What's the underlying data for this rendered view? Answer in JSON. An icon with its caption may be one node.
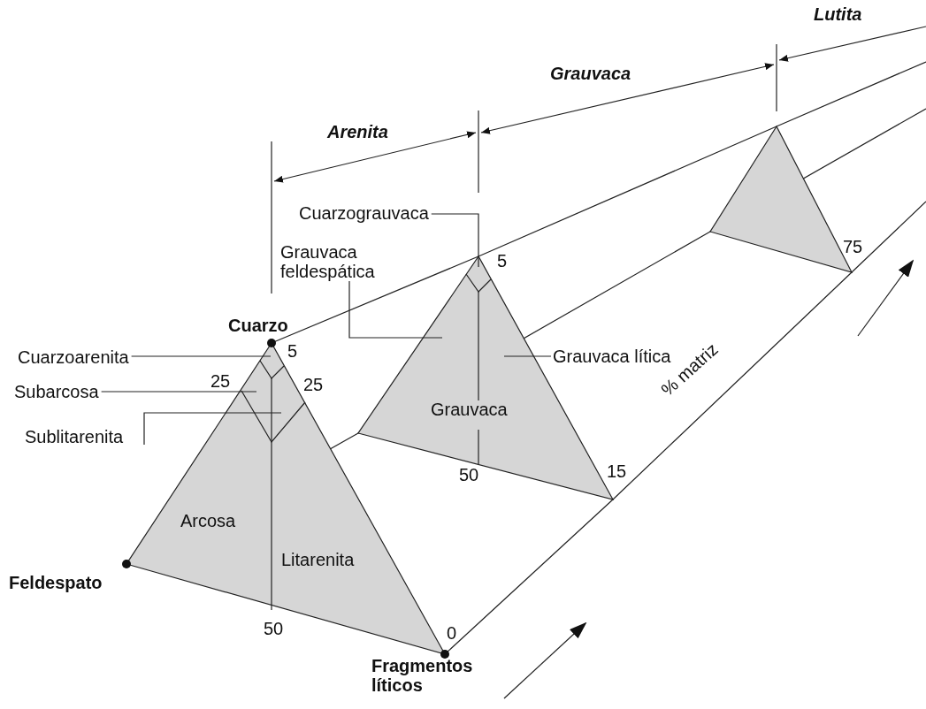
{
  "diagram": {
    "nodes": [
      {
        "text": [
          "Cuarzoarenita"
        ]
      },
      {
        "text": [
          "Subarcosa"
        ]
      },
      {
        "text": [
          "Sublitarenita"
        ]
      },
      {
        "text": [
          "Cuarzograuvaca"
        ]
      },
      {
        "text": [
          "Grauvaca feldespática"
        ]
      },
      {
        "text": [
          "Grauvaca lítica"
        ]
      }
    ],
    "edges": [
      {
        "from": 0,
        "to": null,
        "arrow": "none"
      },
      {
        "from": 1,
        "to": null,
        "arrow": "none"
      },
      {
        "from": 2,
        "to": null,
        "arrow": "none"
      },
      {
        "from": 3,
        "to": null,
        "arrow": "none"
      },
      {
        "from": 4,
        "to": null,
        "arrow": "none"
      },
      {
        "from": 5,
        "to": null,
        "arrow": "none"
      }
    ],
    "labels": [
      "Lutita",
      "Grauvaca",
      "Arenita",
      "75",
      "5",
      "Cuarzo",
      "5",
      "25",
      "25",
      "Grauvaca",
      "% matriz",
      "15",
      "50",
      "Arcosa",
      "Litarenita",
      "Feldespato",
      "50",
      "0",
      "Fragmentos líticos"
    ]
  }
}
